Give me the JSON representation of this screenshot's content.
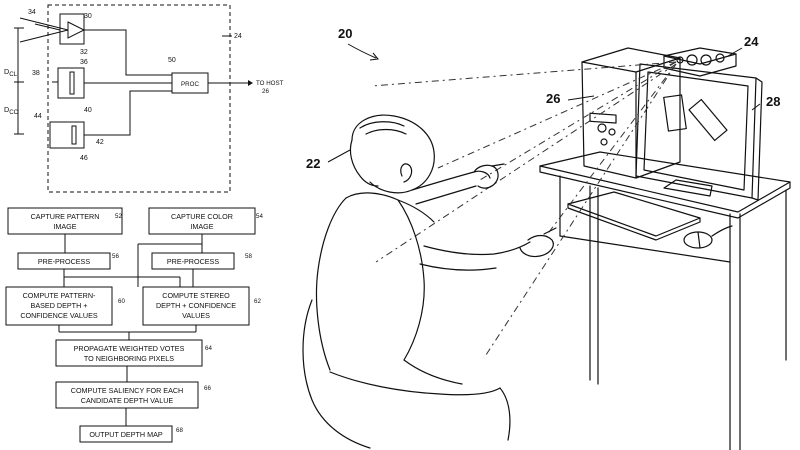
{
  "block_diagram": {
    "refs": {
      "r34": "34",
      "r30": "30",
      "r32": "32",
      "r24": "24",
      "r38": "38",
      "r36": "36",
      "r40": "40",
      "r50": "50",
      "r26": "26",
      "r44": "44",
      "r42": "42",
      "r46": "46"
    },
    "proc_label": "PROC",
    "to_host_label": "TO HOST",
    "dim_cl_main": "D",
    "dim_cl_sub": "CL",
    "dim_cc_main": "D",
    "dim_cc_sub": "CC"
  },
  "flowchart": {
    "steps": [
      {
        "line1": "CAPTURE PATTERN",
        "line2": "IMAGE",
        "ref": "52"
      },
      {
        "line1": "CAPTURE COLOR",
        "line2": "IMAGE",
        "ref": "54"
      },
      {
        "line1": "PRE-PROCESS",
        "ref": "56"
      },
      {
        "line1": "PRE-PROCESS",
        "ref": "58"
      },
      {
        "line1": "COMPUTE PATTERN-",
        "line2": "BASED DEPTH +",
        "line3": "CONFIDENCE VALUES",
        "ref": "60"
      },
      {
        "line1": "COMPUTE STEREO",
        "line2": "DEPTH + CONFIDENCE",
        "line3": "VALUES",
        "ref": "62"
      },
      {
        "line1": "PROPAGATE WEIGHTED VOTES",
        "line2": "TO NEIGHBORING PIXELS",
        "ref": "64"
      },
      {
        "line1": "COMPUTE SALIENCY FOR EACH",
        "line2": "CANDIDATE DEPTH VALUE",
        "ref": "66"
      },
      {
        "line1": "OUTPUT DEPTH MAP",
        "ref": "68"
      }
    ]
  },
  "illustration": {
    "figure_ref": "20",
    "ref_device": "24",
    "ref_computer": "26",
    "ref_monitor": "28",
    "ref_user": "22"
  }
}
